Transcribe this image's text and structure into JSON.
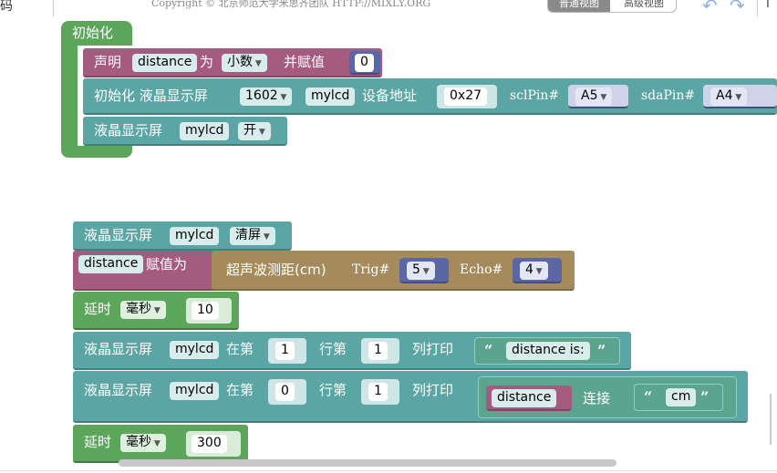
{
  "header": {
    "left_text": "码",
    "copyright": "Copyright © 北京师范大学米思齐团队 HTTP://MIXLY.ORG",
    "view_tabs": [
      "普通视图",
      "高级视图"
    ],
    "undo_icon": "undo-icon",
    "redo_icon": "redo-icon"
  },
  "setup": {
    "label": "初始化",
    "declare": {
      "kw": "声明",
      "var": "distance",
      "as": "为",
      "type": "小数",
      "assign": "并赋值",
      "value": "0"
    },
    "lcd_init": {
      "kw": "初始化 液晶显示屏",
      "model": "1602",
      "name": "mylcd",
      "addr_label": "设备地址",
      "addr": "0x27",
      "scl_label": "sclPin#",
      "scl": "A5",
      "sda_label": "sdaPin#",
      "sda": "A4"
    },
    "lcd_on": {
      "kw": "液晶显示屏",
      "name": "mylcd",
      "state": "开"
    }
  },
  "loop": {
    "clear": {
      "kw": "液晶显示屏",
      "name": "mylcd",
      "action": "清屏"
    },
    "assign": {
      "var": "distance",
      "kw": "赋值为",
      "func": "超声波测距(cm)",
      "trig_label": "Trig#",
      "trig": "5",
      "echo_label": "Echo#",
      "echo": "4"
    },
    "delay1": {
      "kw": "延时",
      "unit": "毫秒",
      "value": "10"
    },
    "print1": {
      "kw": "液晶显示屏",
      "name": "mylcd",
      "at_label": "在第",
      "col": "1",
      "row_label": "行第",
      "row": "1",
      "print_label": "列打印",
      "text": "distance is:"
    },
    "print2": {
      "kw": "液晶显示屏",
      "name": "mylcd",
      "at_label": "在第",
      "col": "0",
      "row_label": "行第",
      "row": "1",
      "print_label": "列打印",
      "var": "distance",
      "join_label": "连接",
      "text": "cm"
    },
    "delay2": {
      "kw": "延时",
      "unit": "毫秒",
      "value": "300"
    }
  },
  "colors": {
    "lcd_block": "#5ba5a5",
    "control_block": "#5ca65c",
    "variable_block": "#a55b80",
    "sensor_block": "#a58b5b",
    "pin_block": "#5b67a5"
  }
}
